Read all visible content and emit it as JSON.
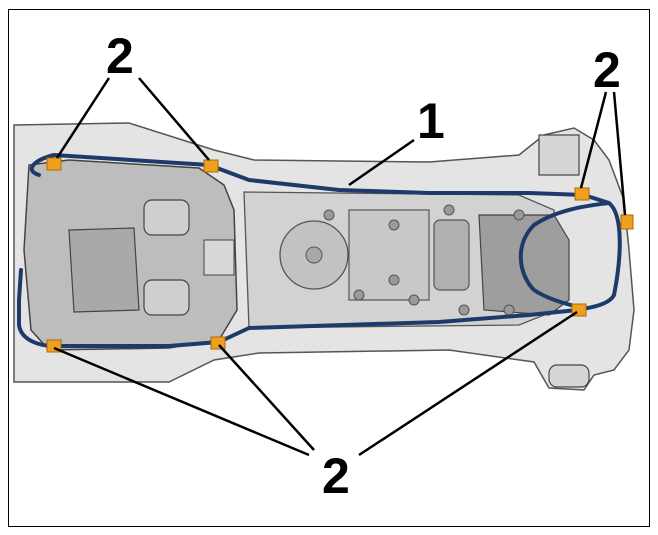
{
  "callouts": {
    "harness": "1",
    "clip_top_left": "2",
    "clip_top_right": "2",
    "clip_bottom": "2"
  },
  "colors": {
    "harness": "#1c3a6a",
    "clip": "#f0a020",
    "body_light": "#e6e6e6",
    "body_mid": "#c8c8c8",
    "body_dark": "#9a9a9a",
    "outline": "#444444",
    "leader": "#000000"
  }
}
